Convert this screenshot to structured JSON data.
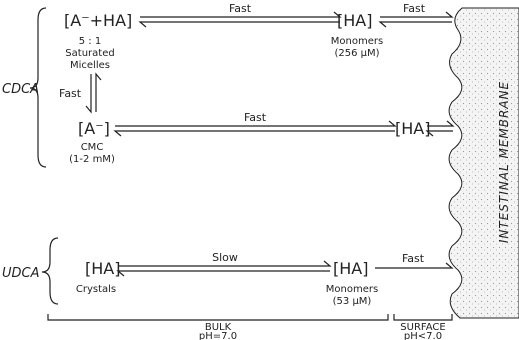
{
  "groups": {
    "cdca": "CDCA",
    "udca": "UDCA"
  },
  "species": {
    "micelle": "[A⁻+HA]",
    "micelle_ratio": "5 : 1",
    "micelle_name": "Saturated",
    "micelle_name2": "Micelles",
    "anion": "[A⁻]",
    "cmc_label": "CMC",
    "cmc_value": "(1-2 mM)",
    "monomer_top": "[HA]",
    "monomer_top_label": "Monomers",
    "monomer_top_conc": "(256 µM)",
    "ha_mid": "[HA]",
    "crystals_ha": "[HA]",
    "crystals_label": "Crystals",
    "monomer_bottom": "[HA]",
    "monomer_bottom_label": "Monomers",
    "monomer_bottom_conc": "(53 µM)"
  },
  "rates": {
    "top_eq": "Fast",
    "top_to_membrane": "Fast",
    "vertical": "Fast",
    "mid_eq": "Fast",
    "bottom_eq": "Slow",
    "bottom_to_membrane": "Fast"
  },
  "membrane": {
    "label": "INTESTINAL MEMBRANE"
  },
  "regions": {
    "bulk_label": "BULK",
    "bulk_ph": "pH=7.0",
    "surface_label": "SURFACE",
    "surface_ph": "pH<7.0"
  }
}
